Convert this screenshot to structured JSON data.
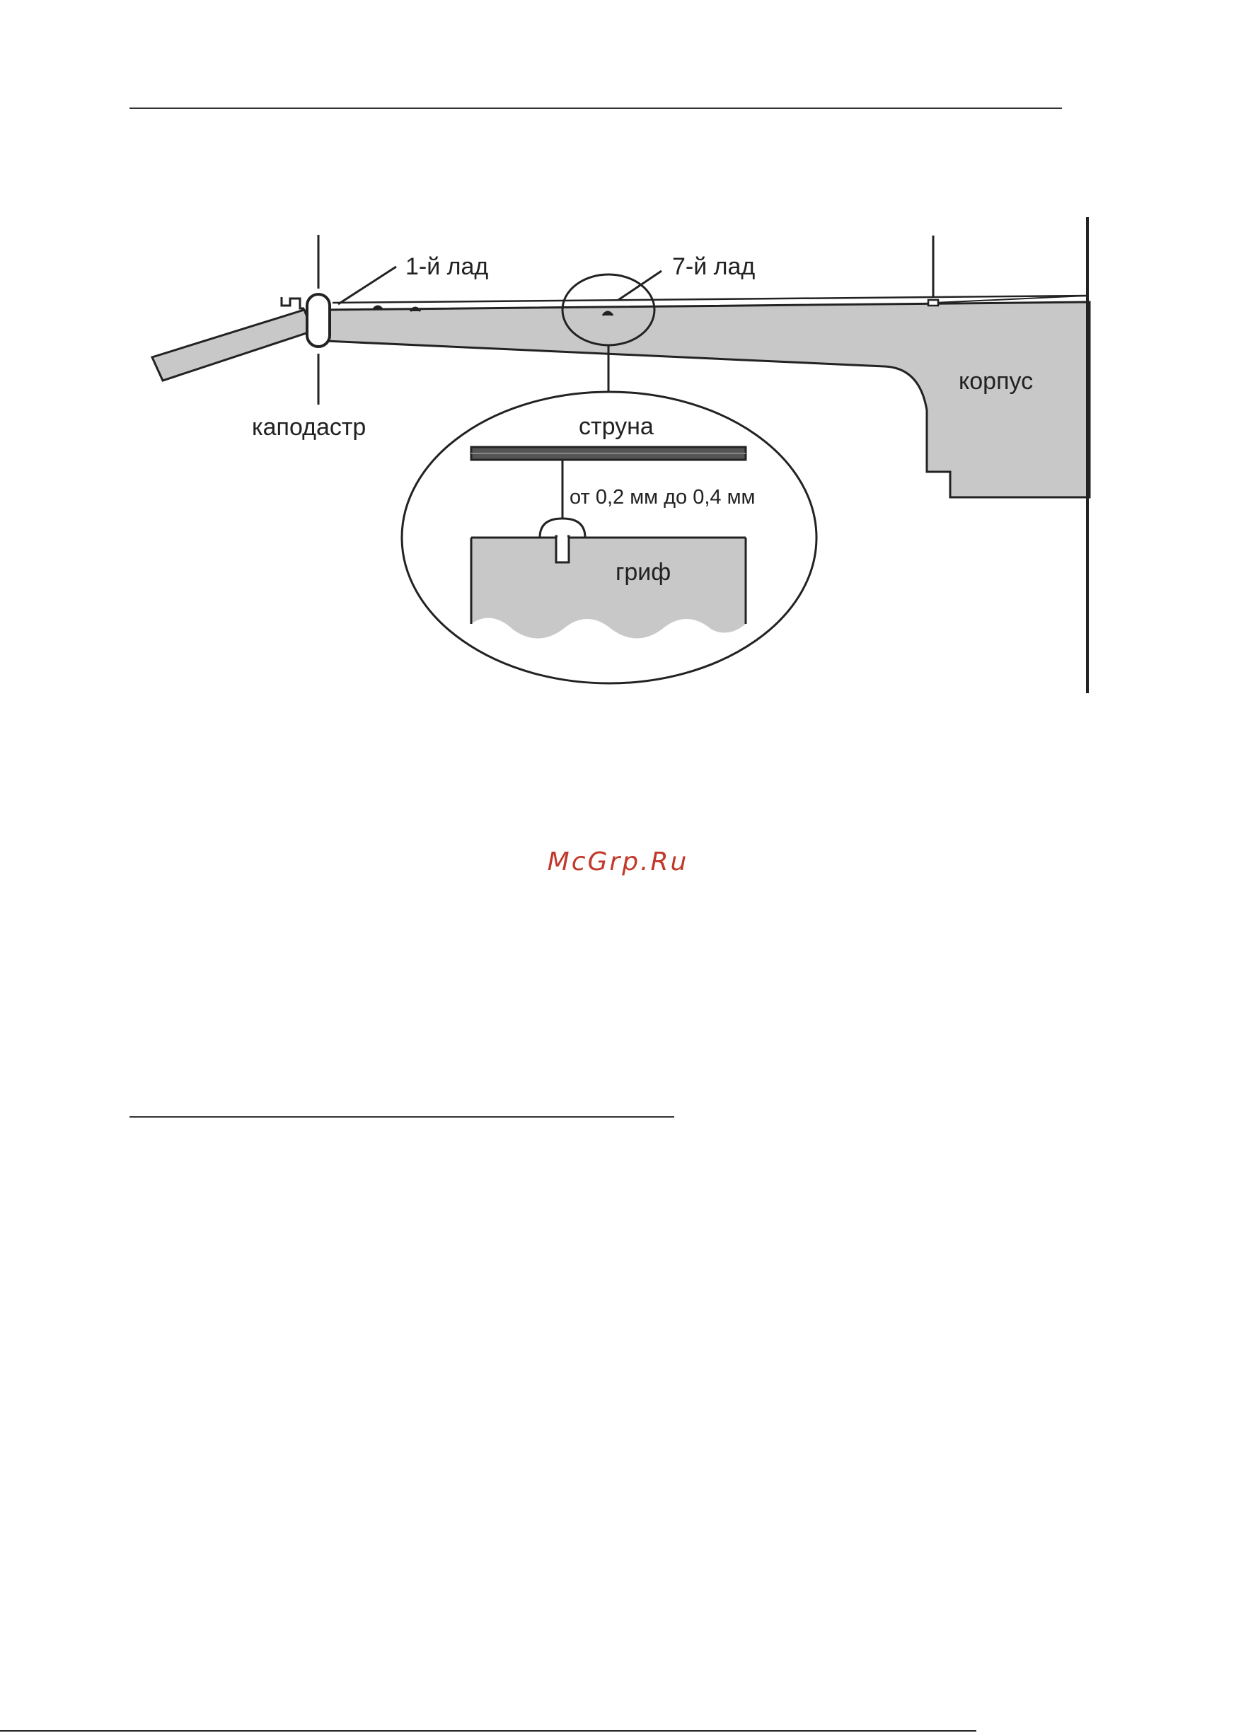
{
  "diagram": {
    "labels": {
      "fret1": "1-й лад",
      "fret7": "7-й лад",
      "capo": "каподастр",
      "body": "корпус",
      "string": "струна",
      "gap": "от 0,2 мм до 0,4 мм",
      "neck": "гриф"
    },
    "colors": {
      "neck_fill": "#c8c8c8",
      "outline": "#222222",
      "string_band": "#555555"
    }
  },
  "watermark": {
    "text": "McGrp.Ru",
    "color": "#c0392b"
  }
}
